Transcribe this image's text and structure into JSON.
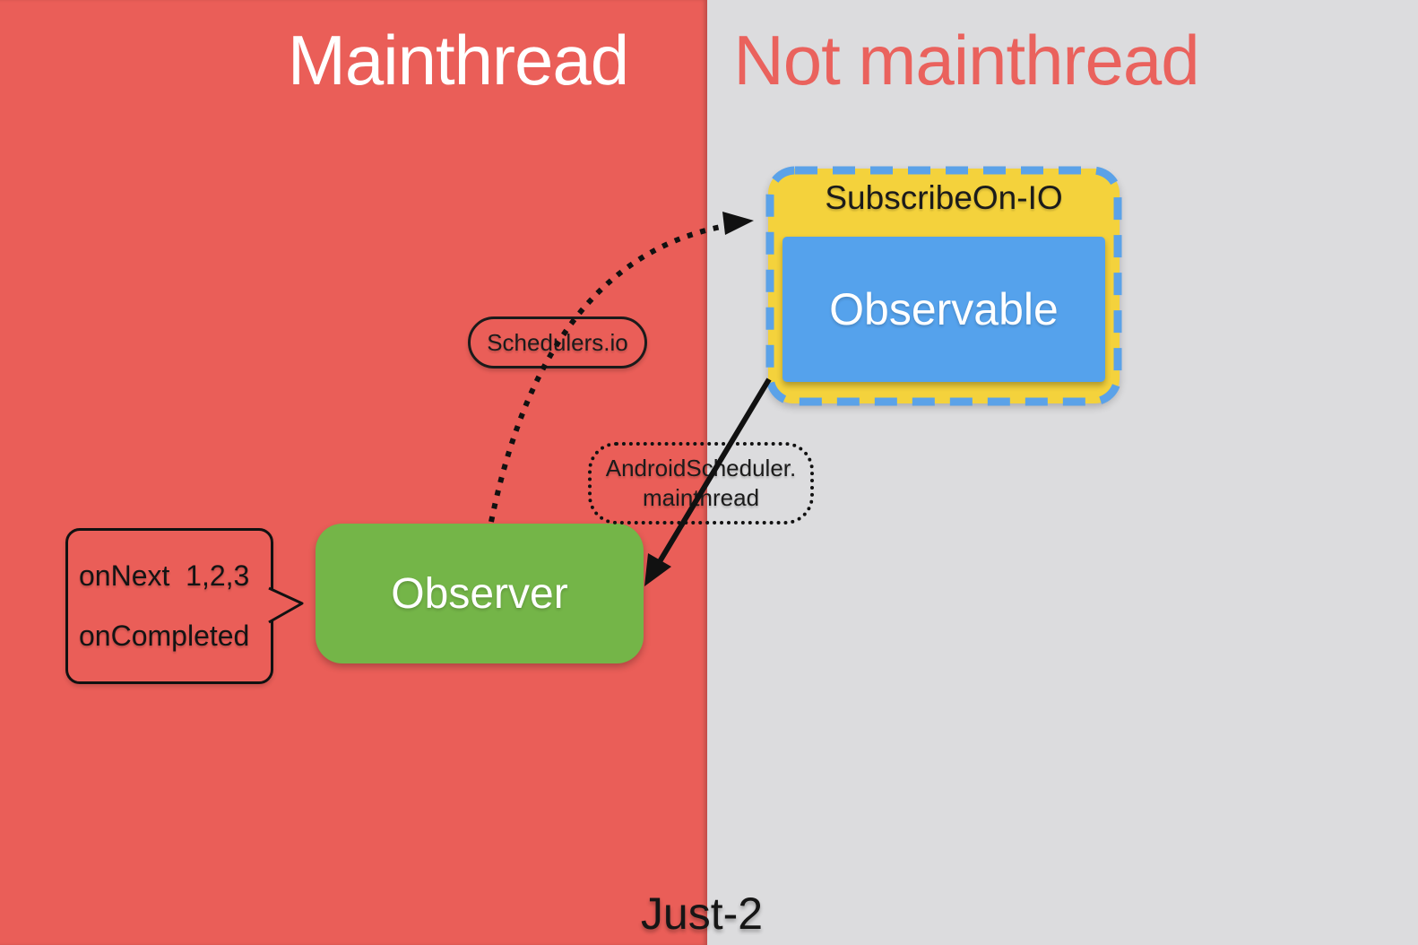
{
  "headers": {
    "left": "Mainthread",
    "right": "Not mainthread"
  },
  "footer": {
    "label": "Just-2"
  },
  "subscribe_on_group": {
    "title": "SubscribeOn-IO",
    "observable_label": "Observable"
  },
  "observer_box": {
    "label": "Observer"
  },
  "schedulers_pill": {
    "label": "Schedulers.io"
  },
  "android_scheduler_label": {
    "line1": "AndroidScheduler.",
    "line2": "mainthread"
  },
  "callout": {
    "line1": "onNext  1,2,3",
    "line2": "onCompleted"
  },
  "colors": {
    "mainthread_bg": "#ea5e58",
    "not_mainthread_bg": "#dcdcde",
    "header_left_text": "#ffffff",
    "header_right_text": "#ea625d",
    "subscribeon_yellow": "#f4d23c",
    "observable_blue": "#55a2ec",
    "dashed_border_blue": "#5ba2e8",
    "observer_green": "#74b548",
    "arrow_black": "#111111"
  }
}
